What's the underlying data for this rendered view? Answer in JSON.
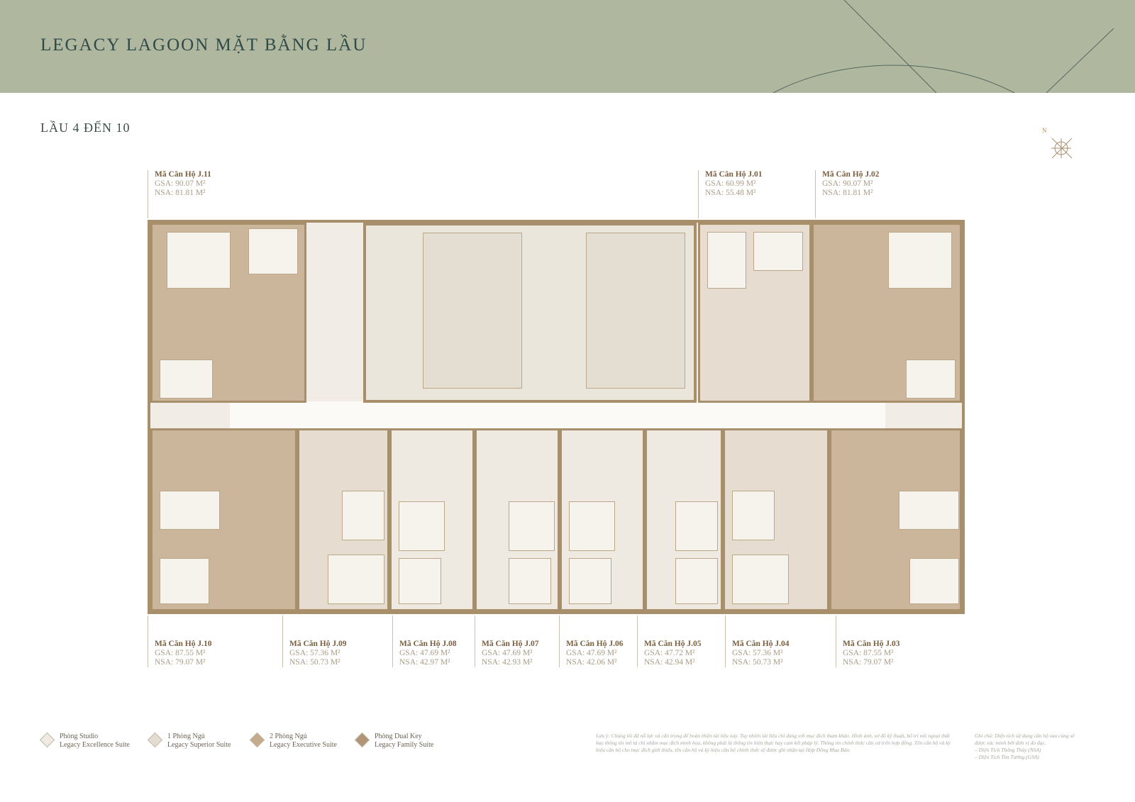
{
  "header": {
    "title": "LEGACY LAGOON MẶT BẰNG LẦU"
  },
  "subtitle": "LẦU 4 ĐẾN 10",
  "compass": {
    "icon": "north-arrow-icon",
    "label": "N"
  },
  "units_top": [
    {
      "code": "Mã Căn Hộ J.11",
      "gsa": "GSA: 90.07 M²",
      "nsa": "NSA: 81.81 M²",
      "type": "dual-key"
    },
    {
      "code": "Mã Căn Hộ J.01",
      "gsa": "GSA: 60.99 M²",
      "nsa": "NSA: 55.48 M²",
      "type": "1-bedroom"
    },
    {
      "code": "Mã Căn Hộ J.02",
      "gsa": "GSA: 90.07 M²",
      "nsa": "NSA: 81.81 M²",
      "type": "dual-key"
    }
  ],
  "units_bottom": [
    {
      "code": "Mã Căn Hộ J.10",
      "gsa": "GSA: 87.55 M²",
      "nsa": "NSA: 79.07 M²",
      "type": "dual-key"
    },
    {
      "code": "Mã Căn Hộ J.09",
      "gsa": "GSA: 57.36 M²",
      "nsa": "NSA: 50.73 M²",
      "type": "1-bedroom"
    },
    {
      "code": "Mã Căn Hộ J.08",
      "gsa": "GSA: 47.69 M²",
      "nsa": "NSA: 42.97 M²",
      "type": "studio"
    },
    {
      "code": "Mã Căn Hộ J.07",
      "gsa": "GSA: 47.69 M²",
      "nsa": "NSA: 42.93 M²",
      "type": "studio"
    },
    {
      "code": "Mã Căn Hộ J.06",
      "gsa": "GSA: 47.69 M²",
      "nsa": "NSA: 42.06 M²",
      "type": "studio"
    },
    {
      "code": "Mã Căn Hộ J.05",
      "gsa": "GSA: 47.72 M²",
      "nsa": "NSA: 42.94 M²",
      "type": "studio"
    },
    {
      "code": "Mã Căn Hộ J.04",
      "gsa": "GSA: 57.36 M²",
      "nsa": "NSA: 50.73 M²",
      "type": "1-bedroom"
    },
    {
      "code": "Mã Căn Hộ J.03",
      "gsa": "GSA: 87.55 M²",
      "nsa": "NSA: 79.07 M²",
      "type": "dual-key"
    }
  ],
  "legend": [
    {
      "line1": "Phòng Studio",
      "line2": "Legacy Excellence Suite",
      "color": "#efebe4"
    },
    {
      "line1": "1 Phòng Ngủ",
      "line2": "Legacy Superior Suite",
      "color": "#e3dcd0"
    },
    {
      "line1": "2 Phòng Ngủ",
      "line2": "Legacy Executive Suite",
      "color": "#c4ab8c"
    },
    {
      "line1": "Phòng Dual Key",
      "line2": "Legacy Family Suite",
      "color": "#b09676"
    }
  ],
  "notes": {
    "disclaimer": "Lưu ý: Chúng tôi đã nỗ lực và cẩn trọng để hoàn thiện tài liệu này. Tuy nhiên tài liệu chỉ dùng với mục đích tham khảo. Hình ảnh, sơ đồ kỹ thuật, bố trí nội ngoại thất hay thông tin mô tả chỉ nhằm mục đích minh họa, không phải là thông tin hiện thực hay cam kết pháp lý. Thông tin chính thức căn cứ trên hợp đồng. Tên căn hộ và ký hiệu căn hộ cho mục đích giới thiệu, tên căn hộ và ký hiệu căn hộ chính thức sẽ được ghi nhận tại Hợp Đồng Mua Bán.",
    "area_note": "Ghi chú: Diện tích sử dụng căn hộ sau cùng sẽ được xác minh bởi đơn vị đo đạc.",
    "nsa": "– Diện Tích Thông Thủy (NSA)",
    "gsa": "– Diện Tích Tim Tường (GSA)"
  }
}
